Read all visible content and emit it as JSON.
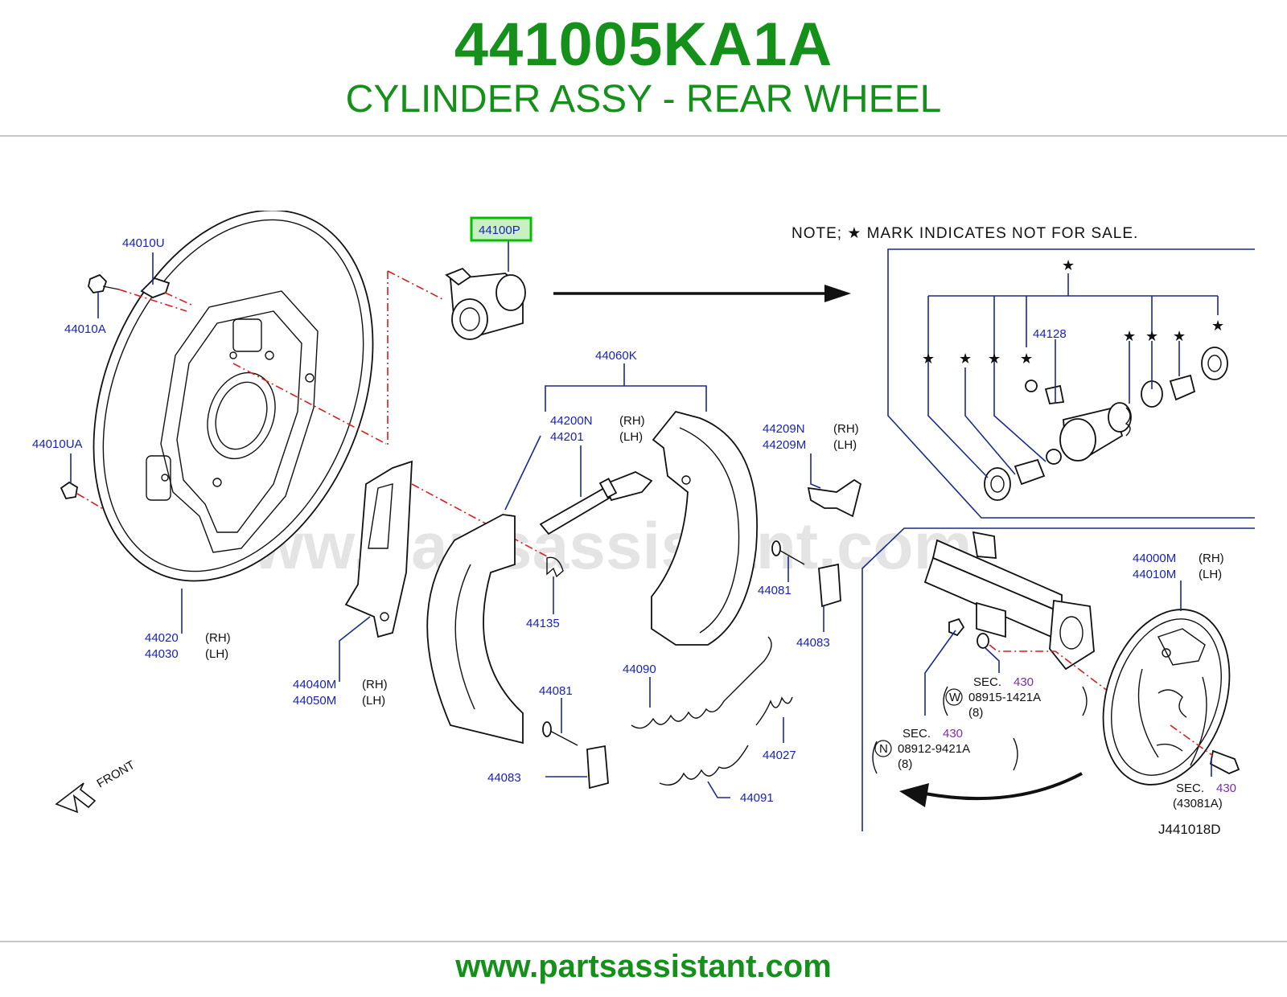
{
  "header": {
    "part_number": "441005KA1A",
    "part_name": "CYLINDER ASSY - REAR WHEEL"
  },
  "note": "NOTE;   ★ MARK  INDICATES  NOT  FOR  SALE.",
  "highlight_color": "#00c000",
  "labels": {
    "p44100P": "44100P",
    "p44010U": "44010U",
    "p44010A": "44010A",
    "p44010UA": "44010UA",
    "p44020": "44020",
    "p44030": "44030",
    "p44040M": "44040M",
    "p44050M": "44050M",
    "p44060K": "44060K",
    "p44200N": "44200N",
    "p44201": "44201",
    "p44135": "44135",
    "p44209N": "44209N",
    "p44209M": "44209M",
    "p44081a": "44081",
    "p44083a": "44083",
    "p44090": "44090",
    "p44081b": "44081",
    "p44083b": "44083",
    "p44027": "44027",
    "p44091": "44091",
    "p44128": "44128",
    "p44000M": "44000M",
    "p44010M": "44010M"
  },
  "sides": {
    "rh": "(RH)",
    "lh": "(LH)"
  },
  "sections": {
    "sec_word": "SEC.",
    "sec_num": "430",
    "w_symbol": "W",
    "w_part": "08915-1421A",
    "w_qty": "(8)",
    "n_symbol": "N",
    "n_part": "08912-9421A",
    "n_qty": "(8)",
    "bolt_ref": "(43081A)"
  },
  "front_label": "FRONT",
  "star": "★",
  "watermark": "www.partsassistant.com",
  "diagram_id": "J441018D",
  "footer": {
    "url": "www.partsassistant.com"
  }
}
